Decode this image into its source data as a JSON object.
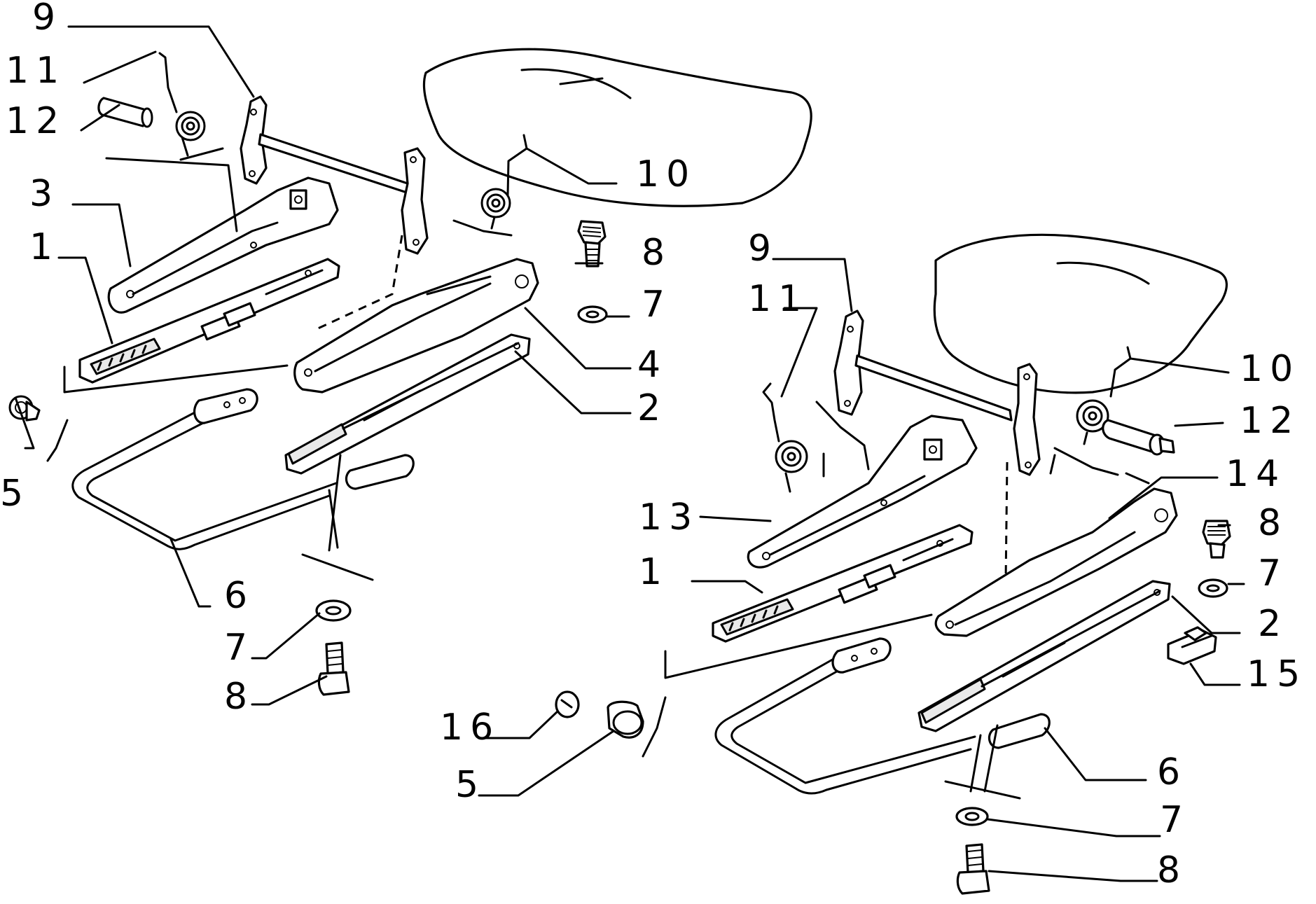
{
  "labels": {
    "left": {
      "n9": "9",
      "n11": "11",
      "n12": "12",
      "n3": "3",
      "n1": "1",
      "n5": "5",
      "n10": "10",
      "n8a": "8",
      "n7a": "7",
      "n4": "4",
      "n2": "2",
      "n6": "6",
      "n7b": "7",
      "n8b": "8"
    },
    "center": {
      "n16": "16",
      "n5": "5"
    },
    "right": {
      "n9": "9",
      "n11": "11",
      "n13": "13",
      "n1": "1",
      "n10": "10",
      "n12": "12",
      "n14": "14",
      "n8a": "8",
      "n7a": "7",
      "n2": "2",
      "n15": "15",
      "n6": "6",
      "n7b": "7",
      "n8b": "8"
    }
  }
}
